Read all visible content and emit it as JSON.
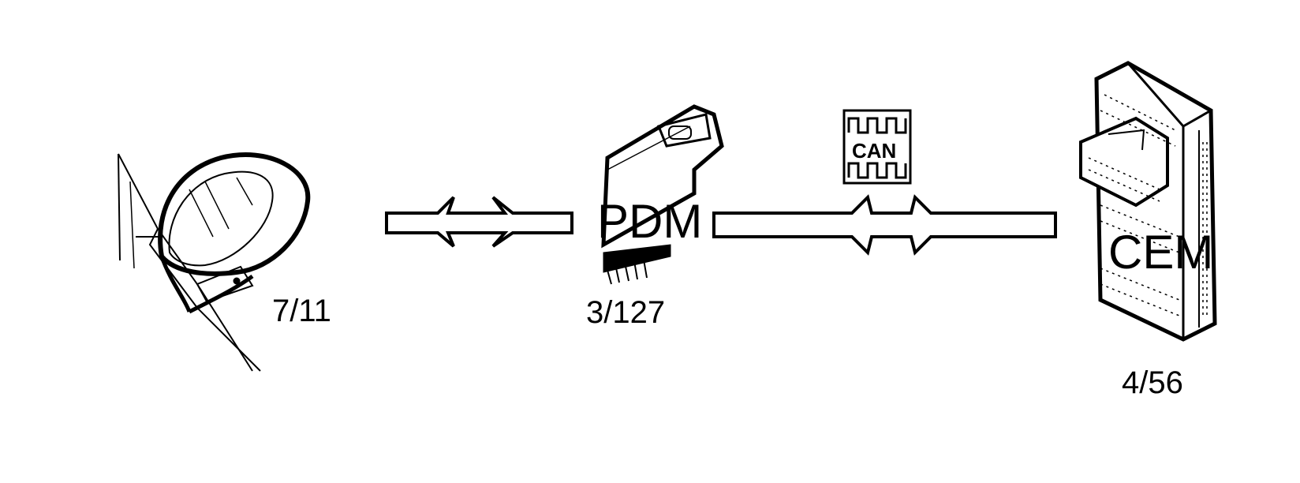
{
  "components": {
    "mirror": {
      "code": "7/11"
    },
    "pdm": {
      "label": "PDM",
      "code": "3/127"
    },
    "cem": {
      "label": "CEM",
      "code": "4/56"
    }
  },
  "bus": {
    "label": "CAN"
  },
  "colors": {
    "line": "#000000",
    "background": "#ffffff"
  }
}
